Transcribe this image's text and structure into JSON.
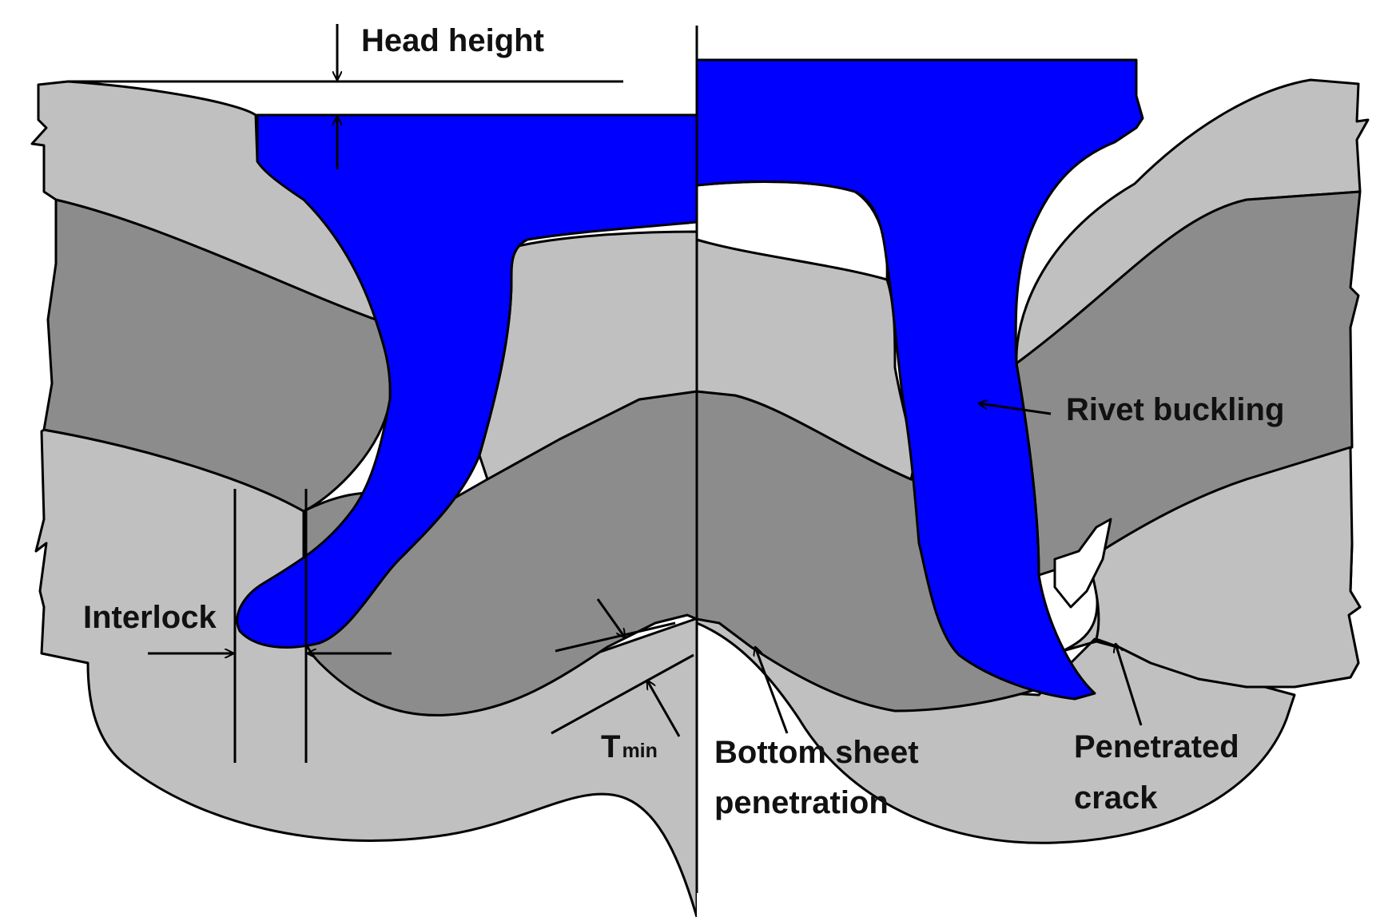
{
  "colors": {
    "rivet": "#0000FF",
    "top_sheet": "#C0C0C0",
    "middle_sheet": "#8C8C8C",
    "bottom_sheet": "#C0C0C0",
    "gap": "#FFFFFF",
    "outline": "#000000"
  },
  "labels": {
    "head_height": "Head height",
    "interlock": "Interlock",
    "t_min_main": "T",
    "t_min_sub": "min",
    "rivet_buckling": "Rivet buckling",
    "bottom_sheet_penetration_line1": "Bottom sheet",
    "bottom_sheet_penetration_line2": "penetration",
    "penetrated_crack_line1": "Penetrated",
    "penetrated_crack_line2": "crack"
  }
}
